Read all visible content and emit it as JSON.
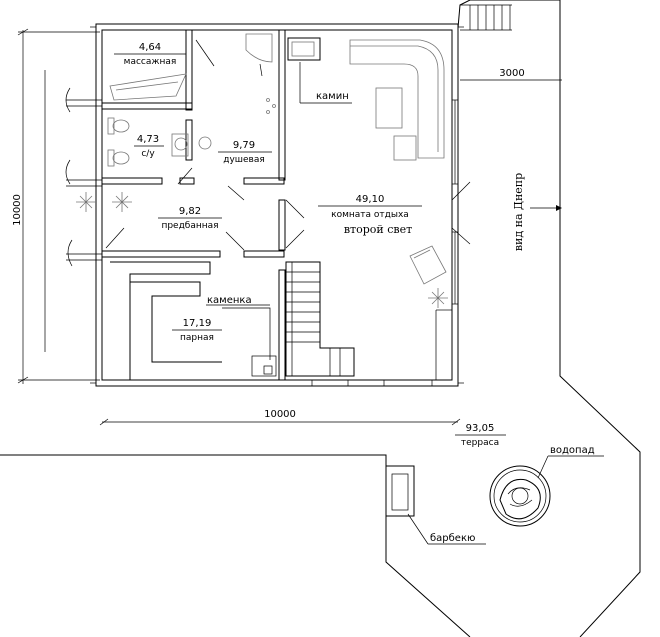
{
  "rooms": {
    "massage": {
      "area": "4,64",
      "name": "массажная"
    },
    "wc": {
      "area": "4,73",
      "name": "с/у"
    },
    "shower": {
      "area": "9,79",
      "name": "душевая"
    },
    "lounge": {
      "area": "49,10",
      "name": "комната отдыха"
    },
    "anteroom": {
      "area": "9,82",
      "name": "предбанная"
    },
    "sauna": {
      "area": "17,19",
      "name": "парная"
    },
    "terrace": {
      "area": "93,05",
      "name": "терраса"
    }
  },
  "labels": {
    "fireplace": "камин",
    "stove": "каменка",
    "second_light": "второй свет",
    "view": "вид на Днепр",
    "bbq": "барбекю",
    "waterfall": "водопад"
  },
  "dimensions": {
    "width": "10000",
    "height": "10000",
    "offset": "3000"
  }
}
